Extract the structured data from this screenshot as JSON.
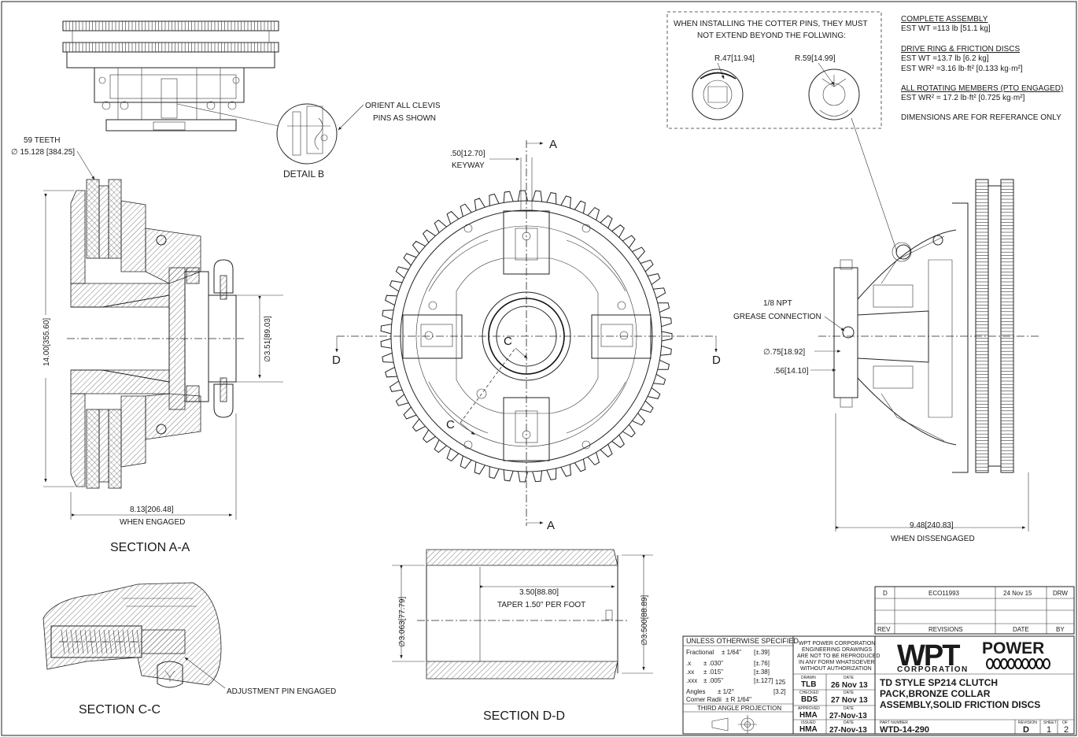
{
  "notes": {
    "cotter_line1": "WHEN INSTALLING THE COTTER PINS, THEY MUST",
    "cotter_line2": "NOT EXTEND BEYOND THE FOLLWING:",
    "radius_a": "R.47[11.94]",
    "radius_b": "R.59[14.99]",
    "orient_line1": "ORIENT ALL CLEVIS",
    "orient_line2": "PINS AS SHOWN",
    "detail_b": "DETAIL B"
  },
  "weights": {
    "h1": "COMPLETE ASSEMBLY",
    "l1": "EST WT =113 lb [51.1 kg]",
    "h2": "DRIVE RING & FRICTION DISCS",
    "l2": "EST WT =13.7 lb [6.2 kg]",
    "l3": "EST WR² =3.16 lb·ft² [0.133 kg·m²]",
    "h3": "ALL ROTATING MEMBERS (PTO ENGAGED)",
    "l4": "EST WR² = 17.2 lb·ft² [0.725 kg·m²]",
    "l5": "DIMENSIONS ARE FOR REFERANCE ONLY"
  },
  "dims": {
    "teeth": "59 TEETH",
    "pitch": "∅ 15.128 [384.25]",
    "height": "14.00[355.60]",
    "bore": "∅3.51[89.03]",
    "engaged_len": "8.13[206.48]",
    "when_engaged": "WHEN ENGAGED",
    "keyway": ".50[12.70]",
    "keyway_label": "KEYWAY",
    "npt": "1/8 NPT",
    "grease": "GREASE CONNECTION",
    "d075": "∅.75[18.92]",
    "d056": ".56[14.10]",
    "dis_len": "9.48[240.83]",
    "when_dis": "WHEN DISSENGAGED",
    "taper_d1": "∅3.063[77.79]",
    "taper_d2": "∅3.500[88.89]",
    "taper_len": "3.50[88.80]",
    "taper_spec": "TAPER 1.50\" PER FOOT",
    "adj_pin": "ADJUSTMENT PIN ENGAGED"
  },
  "sections": {
    "aa": "SECTION A-A",
    "cc": "SECTION C-C",
    "dd": "SECTION D-D",
    "A": "A",
    "C": "C",
    "D": "D"
  },
  "revision": {
    "rev": "D",
    "eco": "ECO11993",
    "date": "24 Nov 15",
    "by": "DRW",
    "h_rev": "REV",
    "h_revisions": "REVISIONS",
    "h_date": "DATE",
    "h_by": "BY"
  },
  "tolerances": {
    "title": "UNLESS OTHERWISE SPECIFIED",
    "fractional": "Fractional",
    "frac_val": "± 1/64\"",
    "frac_mm": "[±.39]",
    "x": ".x",
    "x_val": "± .030\"",
    "x_mm": "[±.76]",
    "xx": ".xx",
    "xx_val": "± .015\"",
    "xx_mm": "[±.38]",
    "xxx": ".xxx",
    "xxx_val": "± .005\"",
    "xxx_mm": "[±.127]",
    "finish": "125",
    "finish_mm": "[3.2]",
    "angles": "Angles",
    "ang_val": "± 1/2°",
    "radii": "Corner Radii",
    "rad_val": "± R 1/64\"",
    "projection": "THIRD ANGLE PROJECTION"
  },
  "company": {
    "notice1": "WPT POWER CORPORATION",
    "notice2": "ENGINEERING DRAWINGS",
    "notice3": "ARE NOT TO BE REPRODUCED",
    "notice4": "IN ANY FORM WHATSOEVER",
    "notice5": "WITHOUT AUTHORIZATION",
    "logo_wpt": "WPT",
    "logo_power": "POWER",
    "logo_corp": "CORPORATION"
  },
  "titleblock": {
    "drawn_h": "DRAWN",
    "drawn": "TLB",
    "date_h": "DATE",
    "drawn_date": "26 Nov 13",
    "checked_h": "CHECKED",
    "checked": "BDS",
    "checked_date": "27 Nov 13",
    "approved_h": "APPROVED",
    "approved": "HMA",
    "approved_date": "27-Nov-13",
    "issued_h": "ISSUED",
    "issued": "HMA",
    "issued_date": "27-Nov-13",
    "title1": "TD STYLE SP214 CLUTCH",
    "title2": "PACK,BRONZE COLLAR",
    "title3": "ASSEMBLY,SOLID FRICTION DISCS",
    "part_h": "PART NUMBER",
    "part": "WTD-14-290",
    "rev_h": "REVISION",
    "rev": "D",
    "sheet_h": "SHEET",
    "sheet": "1",
    "of_h": "OF",
    "of": "2"
  }
}
